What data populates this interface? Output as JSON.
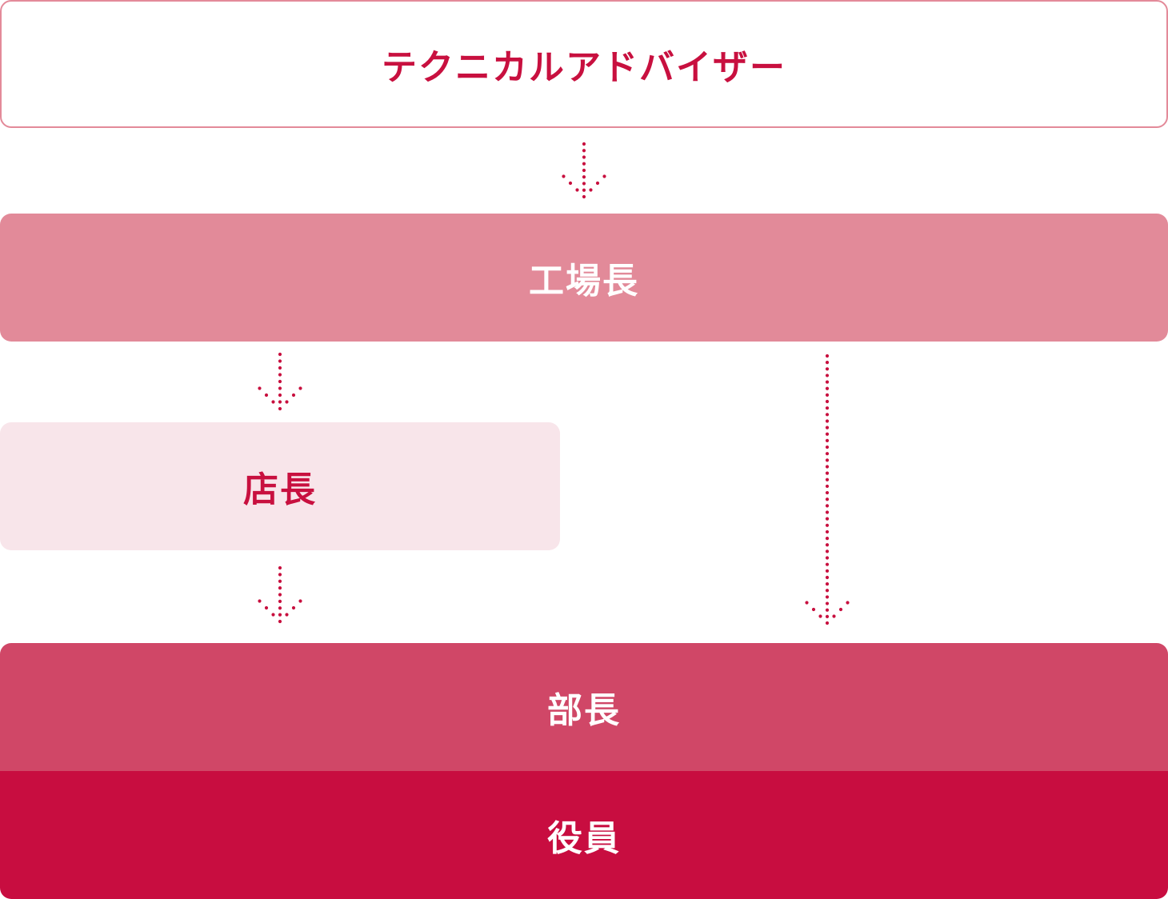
{
  "diagram": {
    "nodes": {
      "advisor": "テクニカルアドバイザー",
      "factory_manager": "工場長",
      "store_manager": "店長",
      "department_manager": "部長",
      "executive": "役員"
    },
    "edges": [
      {
        "from": "advisor",
        "to": "factory_manager"
      },
      {
        "from": "factory_manager",
        "to": "store_manager"
      },
      {
        "from": "factory_manager",
        "to": "department_manager"
      },
      {
        "from": "store_manager",
        "to": "department_manager"
      }
    ],
    "colors": {
      "accent": "#c8103f",
      "advisor_border": "#e38a99",
      "factory_fill": "#e28a99",
      "store_fill": "#f8e5ea",
      "manager_fill": "#d04767",
      "executive_fill": "#c80d40",
      "arrow": "#c8103f"
    }
  }
}
